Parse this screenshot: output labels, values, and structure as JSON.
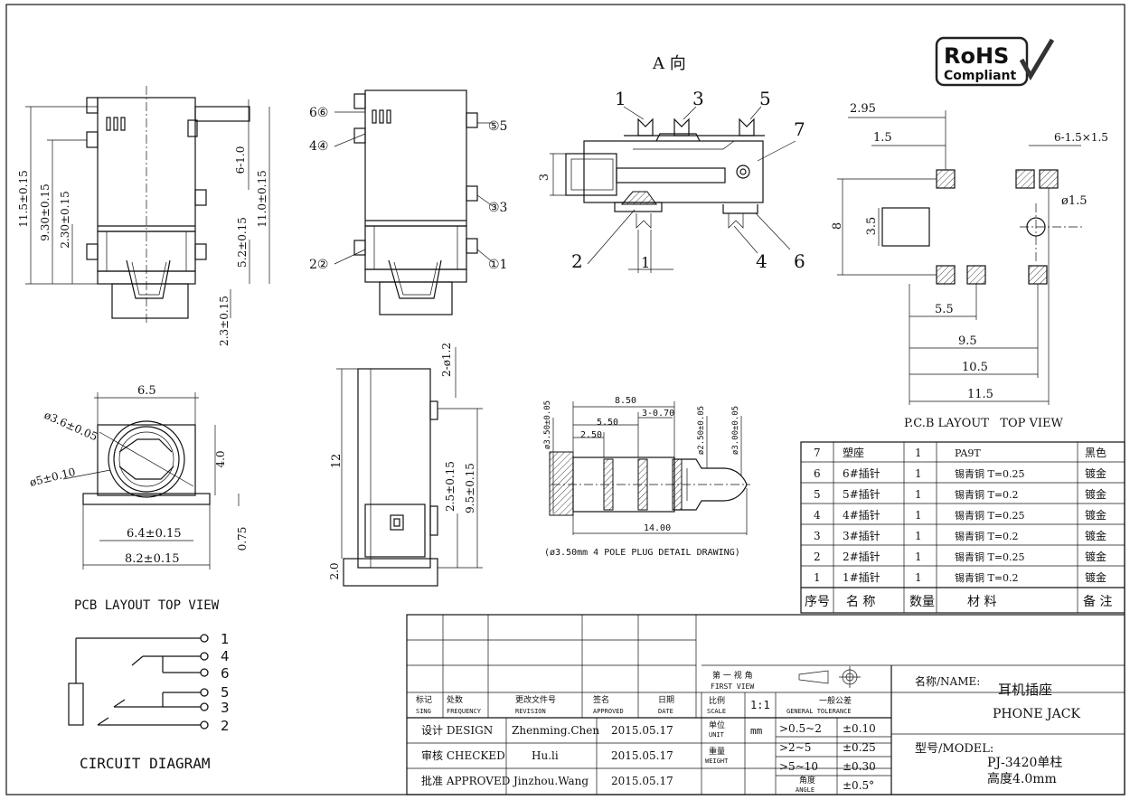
{
  "view_a": {
    "title": "A 向",
    "callouts": [
      "1",
      "3",
      "5",
      "7",
      "2",
      "1",
      "4",
      "6"
    ],
    "dim_3": "3"
  },
  "rohs": {
    "line1": "RoHS",
    "line2": "Compliant"
  },
  "side_view": {
    "dims": [
      "11.5±0.15",
      "9.30±0.15",
      "2.30±0.15",
      "6-1.0",
      "11.0±0.15",
      "5.2±0.15",
      "2.3±0.15"
    ]
  },
  "pin_view": {
    "labels_left": [
      "6⑥",
      "4④",
      "2②"
    ],
    "labels_right": [
      "⑤5",
      "③3",
      "①1"
    ]
  },
  "front_view": {
    "dims": [
      "6.5",
      "ø3.6±0.05",
      "ø5±0.10",
      "4.0",
      "6.4±0.15",
      "8.2±0.15",
      "0.75"
    ],
    "caption": "PCB LAYOUT TOP VIEW"
  },
  "profile_view": {
    "dims": [
      "2-ø1.2",
      "12",
      "2.5±0.15",
      "9.5±0.15",
      "2.0"
    ]
  },
  "plug": {
    "dims": [
      "8.50",
      "3-0.70",
      "5.50",
      "2.50",
      "ø3.50±0.05",
      "ø2.50±0.05",
      "ø3.00±0.05",
      "14.00"
    ],
    "caption": "(ø3.50mm 4 POLE PLUG DETAIL DRAWING)"
  },
  "pcb_layout": {
    "dims": [
      "2.95",
      "1.5",
      "6-1.5×1.5",
      "ø1.5",
      "8",
      "3.5",
      "5.5",
      "9.5",
      "10.5",
      "11.5"
    ],
    "caption": "P.C.B LAYOUT   TOP VIEW"
  },
  "circuit": {
    "pins": [
      "1",
      "4",
      "6",
      "5",
      "3",
      "2"
    ],
    "caption": "CIRCUIT DIAGRAM"
  },
  "bom": {
    "rows": [
      {
        "no": "7",
        "name": "塑座",
        "qty": "1",
        "material": "PA9T",
        "remark": "黑色"
      },
      {
        "no": "6",
        "name": "6#插针",
        "qty": "1",
        "material": "锡青铜 T=0.25",
        "remark": "镀金"
      },
      {
        "no": "5",
        "name": "5#插针",
        "qty": "1",
        "material": "锡青铜 T=0.2",
        "remark": "镀金"
      },
      {
        "no": "4",
        "name": "4#插针",
        "qty": "1",
        "material": "锡青铜 T=0.25",
        "remark": "镀金"
      },
      {
        "no": "3",
        "name": "3#插针",
        "qty": "1",
        "material": "锡青铜 T=0.2",
        "remark": "镀金"
      },
      {
        "no": "2",
        "name": "2#插针",
        "qty": "1",
        "material": "锡青铜 T=0.25",
        "remark": "镀金"
      },
      {
        "no": "1",
        "name": "1#插针",
        "qty": "1",
        "material": "锡青铜 T=0.2",
        "remark": "镀金"
      }
    ],
    "header": {
      "no": "序号",
      "name": "名 称",
      "qty": "数量",
      "material": "材 料",
      "remark": "备 注"
    }
  },
  "title_block": {
    "rev_headers": [
      {
        "cn": "标记",
        "en": "SING"
      },
      {
        "cn": "处数",
        "en": "FREQUENCY"
      },
      {
        "cn": "更改文件号",
        "en": "REVISION"
      },
      {
        "cn": "签名",
        "en": "APPROVED"
      },
      {
        "cn": "日期",
        "en": "DATE"
      }
    ],
    "first_view": {
      "cn": "第 一 视 角",
      "en": "FIRST VIEW"
    },
    "scale": {
      "cn": "比例",
      "en": "SCALE",
      "value": "1:1"
    },
    "unit": {
      "cn": "单位",
      "en": "UNIT",
      "value": "mm"
    },
    "weight": {
      "cn": "重量",
      "en": "WEIGHT"
    },
    "angle": {
      "cn": "角度",
      "en": "ANGLE",
      "value": "±0.5°"
    },
    "general_tol": {
      "cn": "一般公差",
      "en": "GENERAL TOLERANCE"
    },
    "tolerances": [
      {
        "range": ">0.5~2",
        "value": "±0.10"
      },
      {
        "range": ">2~5",
        "value": "±0.25"
      },
      {
        "range": ">5~10",
        "value": "±0.30"
      }
    ],
    "design": {
      "label": "设计 DESIGN",
      "name": "Zhenming.Chen",
      "date": "2015.05.17"
    },
    "checked": {
      "label": "审核 CHECKED",
      "name": "Hu.li",
      "date": "2015.05.17"
    },
    "approved": {
      "label": "批准 APPROVED",
      "name": "Jinzhou.Wang",
      "date": "2015.05.17"
    },
    "name_label": "名称/NAME:",
    "name_cn": "耳机插座",
    "name_en": "PHONE JACK",
    "model_label": "型号/MODEL:",
    "model_line1": "PJ-3420单柱",
    "model_line2": "高度4.0mm"
  }
}
